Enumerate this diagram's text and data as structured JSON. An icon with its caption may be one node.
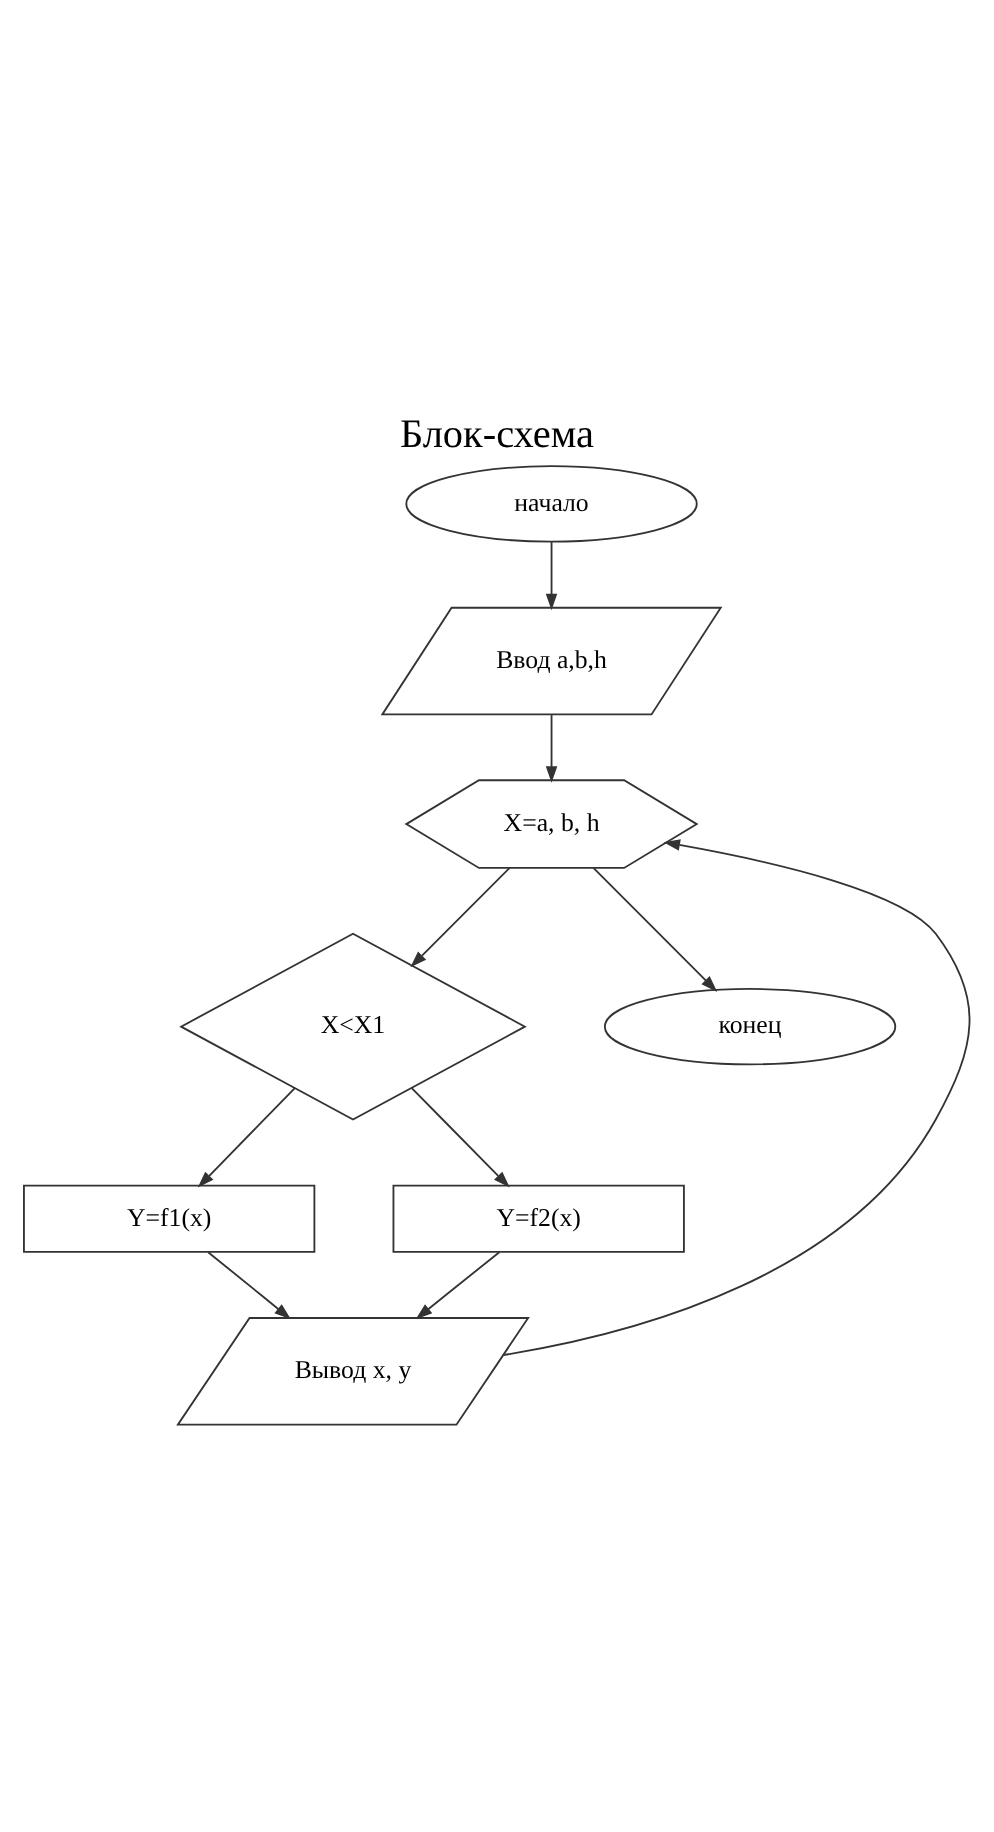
{
  "diagram": {
    "title": "Блок-схема",
    "nodes": [
      {
        "text": [
          "начало"
        ]
      },
      {
        "text": [
          "Ввод a,b,h"
        ]
      },
      {
        "text": [
          "X=a, b, h"
        ]
      },
      {
        "text": [
          "X<X1"
        ]
      },
      {
        "text": [
          "Y=f1(x)"
        ]
      },
      {
        "text": [
          "Y=f2(x)"
        ]
      },
      {
        "text": [
          "Вывод x, y"
        ]
      },
      {
        "text": [
          "конец"
        ]
      }
    ],
    "edges": [
      {
        "from": 0,
        "to": 1,
        "arrow": "to"
      },
      {
        "from": 1,
        "to": 2,
        "arrow": "to"
      },
      {
        "from": 2,
        "to": 3,
        "arrow": "to"
      },
      {
        "from": 3,
        "to": 4,
        "arrow": "to"
      },
      {
        "from": 3,
        "to": 5,
        "arrow": "to"
      },
      {
        "from": 4,
        "to": 6,
        "arrow": "to"
      },
      {
        "from": 5,
        "to": 6,
        "arrow": "to"
      },
      {
        "from": 6,
        "to": 2,
        "arrow": "to"
      },
      {
        "from": 2,
        "to": 7,
        "arrow": "to"
      }
    ]
  }
}
